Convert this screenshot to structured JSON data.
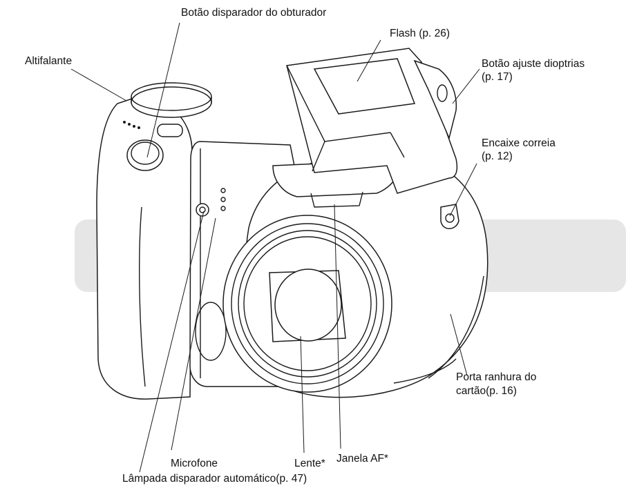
{
  "labels": {
    "shutter": "Botão disparador do obturador",
    "flash": "Flash (p. 26)",
    "diopter_1": "Botão ajuste dioptrias",
    "diopter_2": "(p. 17)",
    "speaker": "Altifalante",
    "strap_1": "Encaixe correia",
    "strap_2": "(p. 12)",
    "card_door_1": "Porta ranhura do",
    "card_door_2": "cartão(p. 16)",
    "af_window": "Janela AF*",
    "microphone": "Microfone",
    "lens": "Lente*",
    "self_timer": "Lâmpada disparador automático(p. 47)"
  },
  "colors": {
    "band": "#e6e6e6",
    "line": "#1a1a1a",
    "background": "#ffffff"
  }
}
